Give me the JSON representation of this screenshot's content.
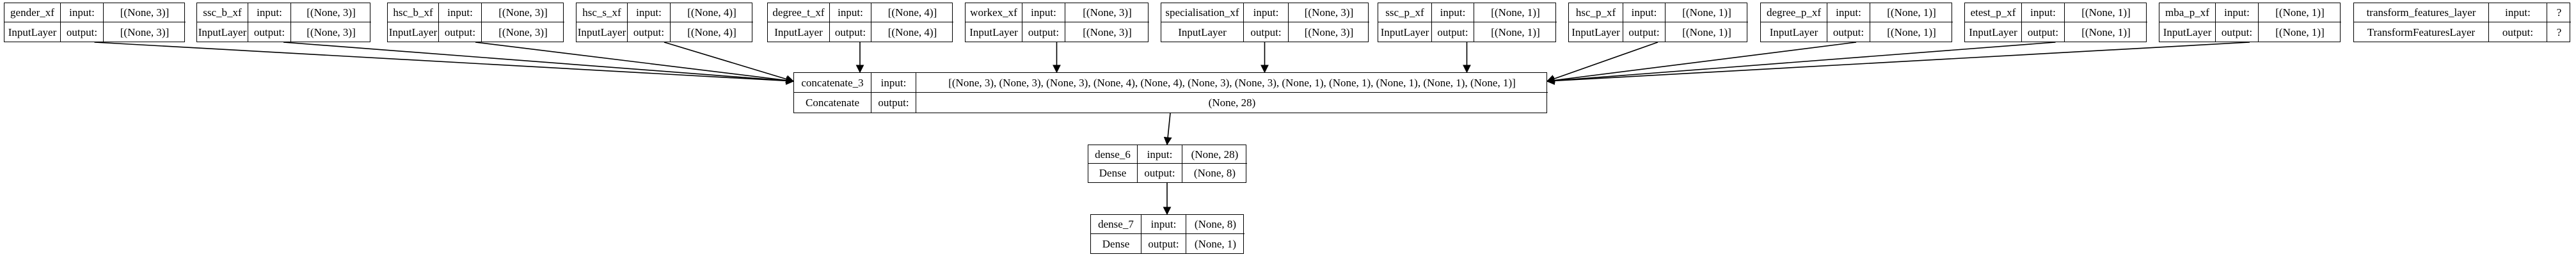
{
  "diagram": {
    "nodes": [
      {
        "id": "gender_xf",
        "name": "gender_xf",
        "class": "InputLayer",
        "input": "[(None, 3)]",
        "output": "[(None, 3)]"
      },
      {
        "id": "ssc_b_xf",
        "name": "ssc_b_xf",
        "class": "InputLayer",
        "input": "[(None, 3)]",
        "output": "[(None, 3)]"
      },
      {
        "id": "hsc_b_xf",
        "name": "hsc_b_xf",
        "class": "InputLayer",
        "input": "[(None, 3)]",
        "output": "[(None, 3)]"
      },
      {
        "id": "hsc_s_xf",
        "name": "hsc_s_xf",
        "class": "InputLayer",
        "input": "[(None, 4)]",
        "output": "[(None, 4)]"
      },
      {
        "id": "degree_t_xf",
        "name": "degree_t_xf",
        "class": "InputLayer",
        "input": "[(None, 4)]",
        "output": "[(None, 4)]"
      },
      {
        "id": "workex_xf",
        "name": "workex_xf",
        "class": "InputLayer",
        "input": "[(None, 3)]",
        "output": "[(None, 3)]"
      },
      {
        "id": "specialisation_xf",
        "name": "specialisation_xf",
        "class": "InputLayer",
        "input": "[(None, 3)]",
        "output": "[(None, 3)]"
      },
      {
        "id": "ssc_p_xf",
        "name": "ssc_p_xf",
        "class": "InputLayer",
        "input": "[(None, 1)]",
        "output": "[(None, 1)]"
      },
      {
        "id": "hsc_p_xf",
        "name": "hsc_p_xf",
        "class": "InputLayer",
        "input": "[(None, 1)]",
        "output": "[(None, 1)]"
      },
      {
        "id": "degree_p_xf",
        "name": "degree_p_xf",
        "class": "InputLayer",
        "input": "[(None, 1)]",
        "output": "[(None, 1)]"
      },
      {
        "id": "etest_p_xf",
        "name": "etest_p_xf",
        "class": "InputLayer",
        "input": "[(None, 1)]",
        "output": "[(None, 1)]"
      },
      {
        "id": "mba_p_xf",
        "name": "mba_p_xf",
        "class": "InputLayer",
        "input": "[(None, 1)]",
        "output": "[(None, 1)]"
      },
      {
        "id": "transform_features_layer",
        "name": "transform_features_layer",
        "class": "TransformFeaturesLayer",
        "input": "?",
        "output": "?"
      },
      {
        "id": "concatenate_3",
        "name": "concatenate_3",
        "class": "Concatenate",
        "input": "[(None, 3), (None, 3), (None, 3), (None, 4), (None, 4), (None, 3), (None, 3), (None, 1), (None, 1), (None, 1), (None, 1), (None, 1)]",
        "output": "(None, 28)"
      },
      {
        "id": "dense_6",
        "name": "dense_6",
        "class": "Dense",
        "input": "(None, 28)",
        "output": "(None, 8)"
      },
      {
        "id": "dense_7",
        "name": "dense_7",
        "class": "Dense",
        "input": "(None, 8)",
        "output": "(None, 1)"
      }
    ],
    "edges": [
      {
        "from": "gender_xf",
        "to": "concatenate_3"
      },
      {
        "from": "ssc_b_xf",
        "to": "concatenate_3"
      },
      {
        "from": "hsc_b_xf",
        "to": "concatenate_3"
      },
      {
        "from": "hsc_s_xf",
        "to": "concatenate_3"
      },
      {
        "from": "degree_t_xf",
        "to": "concatenate_3"
      },
      {
        "from": "workex_xf",
        "to": "concatenate_3"
      },
      {
        "from": "specialisation_xf",
        "to": "concatenate_3"
      },
      {
        "from": "ssc_p_xf",
        "to": "concatenate_3"
      },
      {
        "from": "hsc_p_xf",
        "to": "concatenate_3"
      },
      {
        "from": "degree_p_xf",
        "to": "concatenate_3"
      },
      {
        "from": "etest_p_xf",
        "to": "concatenate_3"
      },
      {
        "from": "mba_p_xf",
        "to": "concatenate_3"
      },
      {
        "from": "concatenate_3",
        "to": "dense_6"
      },
      {
        "from": "dense_6",
        "to": "dense_7"
      }
    ],
    "labels": {
      "input": "input:",
      "output": "output:"
    }
  }
}
